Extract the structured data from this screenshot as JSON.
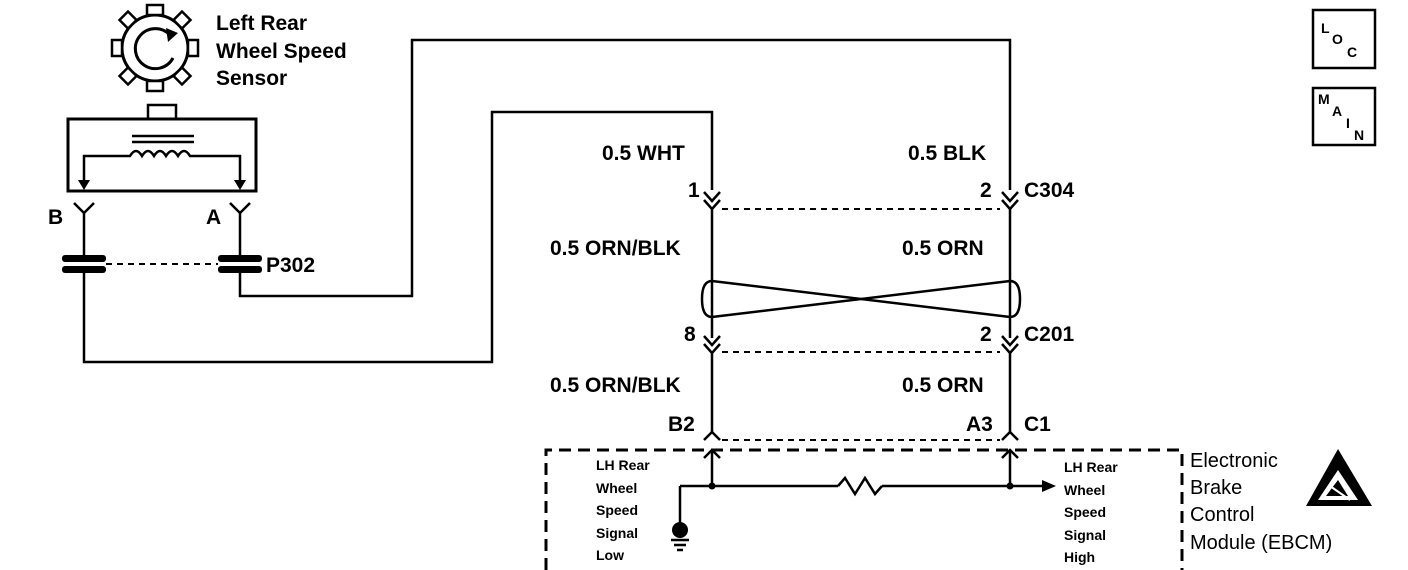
{
  "sensor": {
    "title_line1": "Left Rear",
    "title_line2": "Wheel Speed",
    "title_line3": "Sensor",
    "terminal_b": "B",
    "terminal_a": "A",
    "connector": "P302"
  },
  "nav": {
    "loc": {
      "l": "L",
      "o": "O",
      "c": "C"
    },
    "main": {
      "m": "M",
      "a": "A",
      "i": "I",
      "n": "N"
    }
  },
  "connector_c304": {
    "name": "C304",
    "left_wire": "0.5 WHT",
    "right_wire": "0.5 BLK",
    "left_pin": "1",
    "right_pin": "2"
  },
  "twisted_pair": {
    "left_wire": "0.5 ORN/BLK",
    "right_wire": "0.5 ORN"
  },
  "connector_c201": {
    "name": "C201",
    "left_pin": "8",
    "right_pin": "2"
  },
  "lower_wires": {
    "left_wire": "0.5 ORN/BLK",
    "right_wire": "0.5 ORN"
  },
  "ebcm": {
    "connector": "C1",
    "left_pin": "B2",
    "right_pin": "A3",
    "title_line1": "Electronic",
    "title_line2": "Brake",
    "title_line3": "Control",
    "title_line4": "Module (EBCM)",
    "low_label": [
      "LH Rear",
      "Wheel",
      "Speed",
      "Signal",
      "Low"
    ],
    "high_label": [
      "LH Rear",
      "Wheel",
      "Speed",
      "Signal",
      "High"
    ]
  }
}
